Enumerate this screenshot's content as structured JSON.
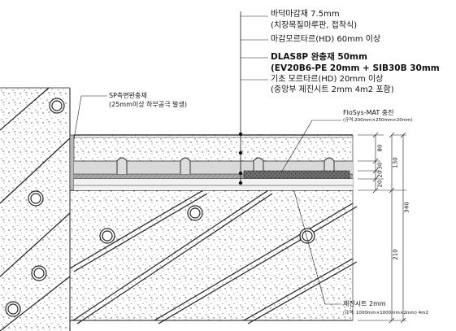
{
  "layers": {
    "finish_title": "바닥마감재 7.5mm",
    "finish_sub": "(치장목질마루판, 접착식)",
    "mortar": "마감모르타르(HD) 60mm 이상",
    "cushion_title": "DLAS8P 완충재 50mm",
    "cushion_sub": "(EV20B6-PE 20mm + SIB30B 30mm",
    "base_title": "기초 모르타르(HD) 20mm 이상",
    "base_sub": "(중앙부 제진시트 2mm 4m2 포함)"
  },
  "side_note": {
    "title": "SP측면완충재",
    "sub": "(25mm이상 하부공극 발생)"
  },
  "flosys": {
    "title": "FloSys-MAT 충진",
    "sub": "(규격:200mm×250mm×20mm)"
  },
  "damping_sheet": {
    "title": "제진시트 2mm",
    "sub": "(규격: 1000mm×1000mm×2mm) 4m2"
  },
  "dimensions": {
    "d80": "80",
    "d30": "30",
    "d20a": "20",
    "d20b": "20",
    "d130": "130",
    "d210": "210",
    "d340": "340"
  },
  "colors": {
    "line": "#1a1a1a",
    "hatch": "#333333",
    "cushion": "#9a9a9a",
    "slab_fill": "#f4f4f4"
  }
}
